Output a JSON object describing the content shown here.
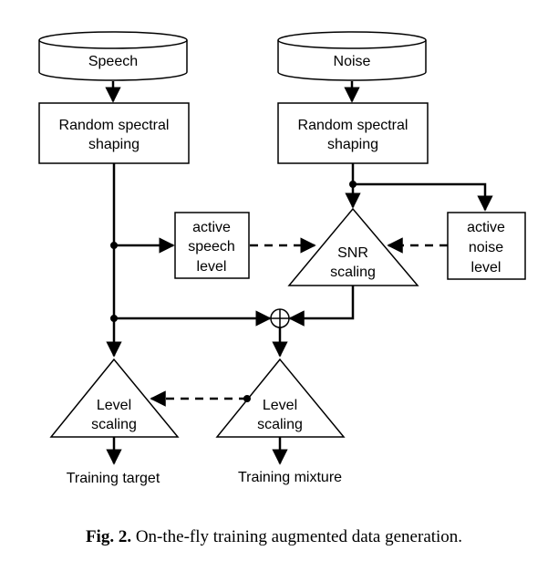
{
  "diagram": {
    "nodes": {
      "speech": "Speech",
      "noise": "Noise",
      "spectral_speech": [
        "Random spectral",
        "shaping"
      ],
      "spectral_noise": [
        "Random spectral",
        "shaping"
      ],
      "active_speech": [
        "active",
        "speech",
        "level"
      ],
      "active_noise": [
        "active",
        "noise",
        "level"
      ],
      "snr": [
        "SNR",
        "scaling"
      ],
      "level_left": [
        "Level",
        "scaling"
      ],
      "level_right": [
        "Level",
        "scaling"
      ]
    },
    "outputs": {
      "left": "Training target",
      "right": "Training mixture"
    }
  },
  "caption": {
    "label": "Fig. 2.",
    "text": "On-the-fly training augmented data generation."
  }
}
